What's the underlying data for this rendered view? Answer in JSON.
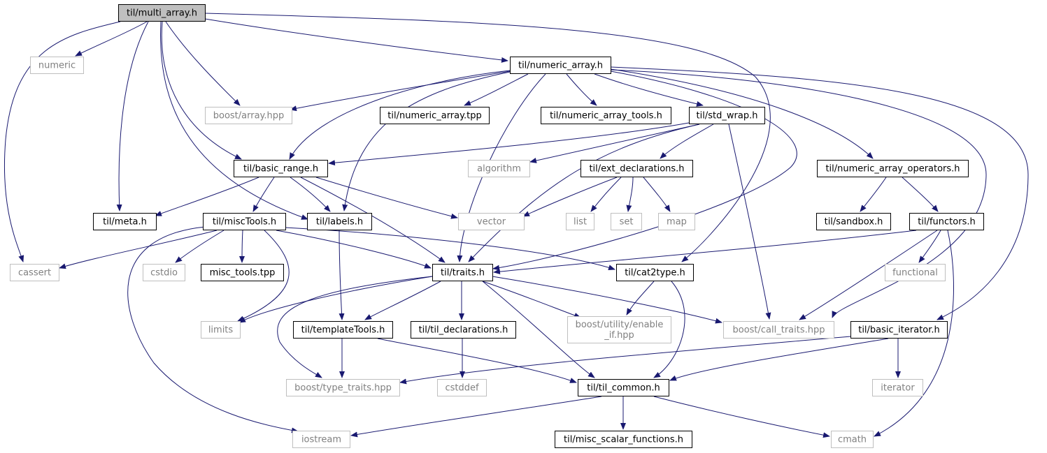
{
  "graph": {
    "colors": {
      "edge": "#191970",
      "node_border": "#000000",
      "external_border": "#bfbfbf",
      "external_text": "#808080",
      "root_fill": "#bfbfbf",
      "text": "#000000"
    },
    "nodes": [
      {
        "id": "multi_array",
        "label": "til/multi_array.h",
        "kind": "root"
      },
      {
        "id": "numeric",
        "label": "numeric",
        "kind": "external"
      },
      {
        "id": "numeric_array",
        "label": "til/numeric_array.h",
        "kind": "internal"
      },
      {
        "id": "boost_array",
        "label": "boost/array.hpp",
        "kind": "external"
      },
      {
        "id": "numeric_array_tpp",
        "label": "til/numeric_array.tpp",
        "kind": "internal"
      },
      {
        "id": "numeric_array_tools",
        "label": "til/numeric_array_tools.h",
        "kind": "internal"
      },
      {
        "id": "std_wrap",
        "label": "til/std_wrap.h",
        "kind": "internal"
      },
      {
        "id": "basic_range",
        "label": "til/basic_range.h",
        "kind": "internal"
      },
      {
        "id": "algorithm",
        "label": "algorithm",
        "kind": "external"
      },
      {
        "id": "ext_declarations",
        "label": "til/ext_declarations.h",
        "kind": "internal"
      },
      {
        "id": "numeric_array_operators",
        "label": "til/numeric_array_operators.h",
        "kind": "internal"
      },
      {
        "id": "meta",
        "label": "til/meta.h",
        "kind": "internal"
      },
      {
        "id": "miscTools",
        "label": "til/miscTools.h",
        "kind": "internal"
      },
      {
        "id": "labels",
        "label": "til/labels.h",
        "kind": "internal"
      },
      {
        "id": "vector",
        "label": "vector",
        "kind": "external"
      },
      {
        "id": "list",
        "label": "list",
        "kind": "external"
      },
      {
        "id": "set",
        "label": "set",
        "kind": "external"
      },
      {
        "id": "map",
        "label": "map",
        "kind": "external"
      },
      {
        "id": "sandbox",
        "label": "til/sandbox.h",
        "kind": "internal"
      },
      {
        "id": "functors",
        "label": "til/functors.h",
        "kind": "internal"
      },
      {
        "id": "cassert",
        "label": "cassert",
        "kind": "external"
      },
      {
        "id": "cstdio",
        "label": "cstdio",
        "kind": "external"
      },
      {
        "id": "misc_tools_tpp",
        "label": "misc_tools.tpp",
        "kind": "internal"
      },
      {
        "id": "traits",
        "label": "til/traits.h",
        "kind": "internal"
      },
      {
        "id": "cat2type",
        "label": "til/cat2type.h",
        "kind": "internal"
      },
      {
        "id": "functional",
        "label": "functional",
        "kind": "external"
      },
      {
        "id": "limits",
        "label": "limits",
        "kind": "external"
      },
      {
        "id": "templateTools",
        "label": "til/templateTools.h",
        "kind": "internal"
      },
      {
        "id": "til_declarations",
        "label": "til/til_declarations.h",
        "kind": "internal"
      },
      {
        "id": "enable_if",
        "label": "boost/utility/enable\n_if.hpp",
        "kind": "external"
      },
      {
        "id": "call_traits",
        "label": "boost/call_traits.hpp",
        "kind": "external"
      },
      {
        "id": "basic_iterator",
        "label": "til/basic_iterator.h",
        "kind": "internal"
      },
      {
        "id": "type_traits",
        "label": "boost/type_traits.hpp",
        "kind": "external"
      },
      {
        "id": "cstddef",
        "label": "cstddef",
        "kind": "external"
      },
      {
        "id": "til_common",
        "label": "til/til_common.h",
        "kind": "internal"
      },
      {
        "id": "iterator",
        "label": "iterator",
        "kind": "external"
      },
      {
        "id": "iostream",
        "label": "iostream",
        "kind": "external"
      },
      {
        "id": "misc_scalar_functions",
        "label": "til/misc_scalar_functions.h",
        "kind": "internal"
      },
      {
        "id": "cmath",
        "label": "cmath",
        "kind": "external"
      }
    ],
    "edges": [
      [
        "multi_array",
        "numeric"
      ],
      [
        "multi_array",
        "numeric_array"
      ],
      [
        "multi_array",
        "boost_array"
      ],
      [
        "multi_array",
        "basic_range"
      ],
      [
        "multi_array",
        "meta"
      ],
      [
        "multi_array",
        "labels"
      ],
      [
        "multi_array",
        "cassert"
      ],
      [
        "multi_array",
        "cat2type"
      ],
      [
        "numeric_array",
        "boost_array"
      ],
      [
        "numeric_array",
        "numeric_array_tpp"
      ],
      [
        "numeric_array",
        "numeric_array_tools"
      ],
      [
        "numeric_array",
        "std_wrap"
      ],
      [
        "numeric_array",
        "basic_range"
      ],
      [
        "numeric_array",
        "labels"
      ],
      [
        "numeric_array",
        "traits"
      ],
      [
        "numeric_array",
        "numeric_array_operators"
      ],
      [
        "numeric_array",
        "call_traits"
      ],
      [
        "numeric_array",
        "basic_iterator"
      ],
      [
        "numeric_array",
        "traits"
      ],
      [
        "std_wrap",
        "basic_range"
      ],
      [
        "std_wrap",
        "algorithm"
      ],
      [
        "std_wrap",
        "ext_declarations"
      ],
      [
        "std_wrap",
        "traits"
      ],
      [
        "std_wrap",
        "call_traits"
      ],
      [
        "basic_range",
        "meta"
      ],
      [
        "basic_range",
        "miscTools"
      ],
      [
        "basic_range",
        "labels"
      ],
      [
        "basic_range",
        "vector"
      ],
      [
        "basic_range",
        "traits"
      ],
      [
        "ext_declarations",
        "vector"
      ],
      [
        "ext_declarations",
        "list"
      ],
      [
        "ext_declarations",
        "set"
      ],
      [
        "ext_declarations",
        "map"
      ],
      [
        "numeric_array_operators",
        "sandbox"
      ],
      [
        "numeric_array_operators",
        "functors"
      ],
      [
        "miscTools",
        "cassert"
      ],
      [
        "miscTools",
        "cstdio"
      ],
      [
        "miscTools",
        "misc_tools_tpp"
      ],
      [
        "miscTools",
        "traits"
      ],
      [
        "miscTools",
        "cat2type"
      ],
      [
        "miscTools",
        "limits"
      ],
      [
        "miscTools",
        "iostream"
      ],
      [
        "labels",
        "templateTools"
      ],
      [
        "functors",
        "traits"
      ],
      [
        "functors",
        "functional"
      ],
      [
        "functors",
        "call_traits"
      ],
      [
        "functors",
        "cmath"
      ],
      [
        "traits",
        "limits"
      ],
      [
        "traits",
        "templateTools"
      ],
      [
        "traits",
        "til_declarations"
      ],
      [
        "traits",
        "enable_if"
      ],
      [
        "traits",
        "call_traits"
      ],
      [
        "traits",
        "type_traits"
      ],
      [
        "traits",
        "til_common"
      ],
      [
        "cat2type",
        "enable_if"
      ],
      [
        "cat2type",
        "til_common"
      ],
      [
        "templateTools",
        "type_traits"
      ],
      [
        "templateTools",
        "til_common"
      ],
      [
        "til_declarations",
        "cstddef"
      ],
      [
        "basic_iterator",
        "type_traits"
      ],
      [
        "basic_iterator",
        "til_common"
      ],
      [
        "basic_iterator",
        "iterator"
      ],
      [
        "til_common",
        "iostream"
      ],
      [
        "til_common",
        "misc_scalar_functions"
      ],
      [
        "til_common",
        "cmath"
      ]
    ]
  }
}
